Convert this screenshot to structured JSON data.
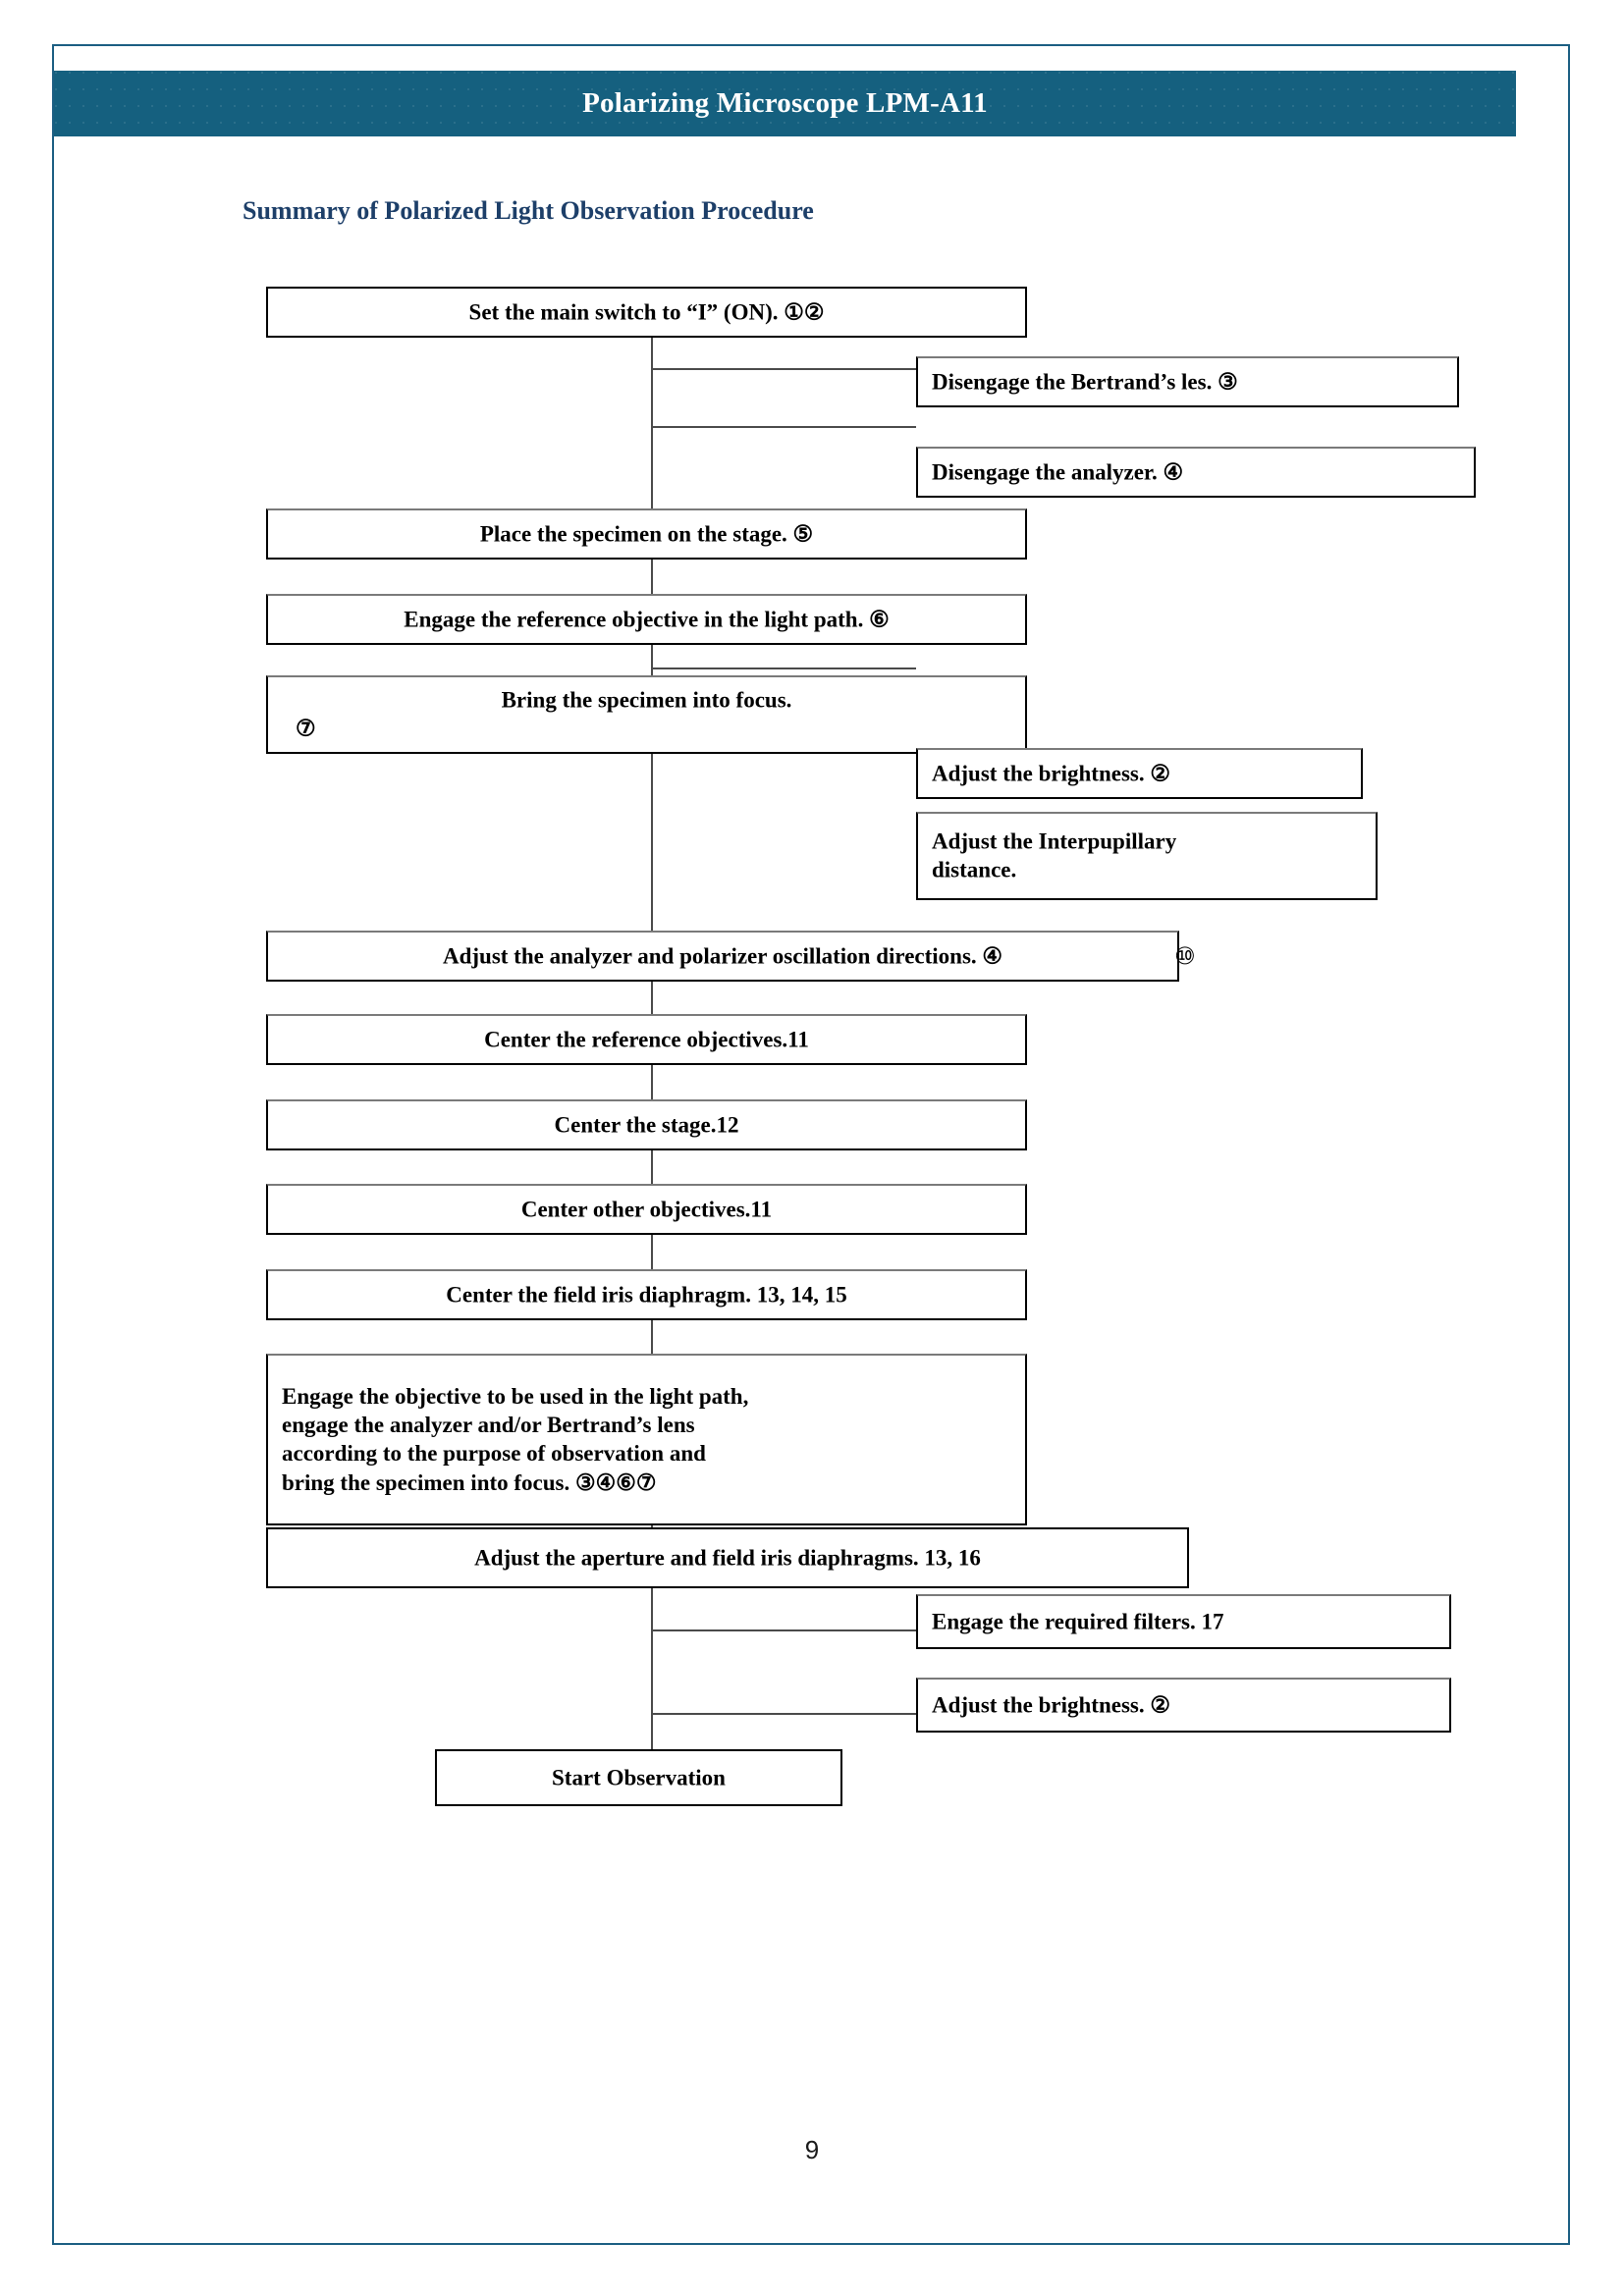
{
  "header": {
    "title": "Polarizing Microscope LPM-A11",
    "band_color": "#15607f"
  },
  "section": {
    "heading": "Summary of Polarized Light Observation Procedure",
    "heading_color": "#1d3f69"
  },
  "page_frame": {
    "border_color": "#1b5e82"
  },
  "footer": {
    "page_number": "9"
  },
  "flowchart": {
    "type": "flowchart",
    "orientation": "top-to-bottom with right side-branches",
    "main_steps": [
      {
        "id": "step-main-switch",
        "text": "Set the main switch to “I” (ON). ①②"
      },
      {
        "id": "step-place-specimen",
        "text": "Place the specimen on the stage. ⑤"
      },
      {
        "id": "step-engage-reference",
        "text": "Engage the reference objective in the light path. ⑥"
      },
      {
        "id": "step-bring-focus",
        "text": "Bring the specimen into focus.",
        "text_line2": "⑦"
      },
      {
        "id": "step-adjust-directions",
        "text": "Adjust the analyzer and polarizer oscillation directions. ④",
        "badge": "⑩"
      },
      {
        "id": "step-center-reference",
        "text": "Center the reference objectives.11"
      },
      {
        "id": "step-center-stage",
        "text": "Center the stage.12"
      },
      {
        "id": "step-center-other",
        "text": "Center other objectives.11"
      },
      {
        "id": "step-center-field-iris",
        "text": "Center the field iris diaphragm. 13, 14, 15"
      },
      {
        "id": "step-engage-objective",
        "lines": [
          "Engage the objective to be used in the light path,",
          "engage the analyzer and/or Bertrand’s lens",
          "according to the purpose of observation and",
          "bring the specimen into focus. ③④⑥⑦"
        ]
      },
      {
        "id": "step-adjust-diaphragms",
        "text": "Adjust the aperture and field iris diaphragms. 13, 16"
      },
      {
        "id": "step-start-observation",
        "text": "Start Observation"
      }
    ],
    "branches": [
      {
        "id": "branch-disengage-bertrand",
        "text": "Disengage the Bertrand’s les. ③"
      },
      {
        "id": "branch-disengage-analyzer",
        "text": "Disengage the analyzer. ④"
      },
      {
        "id": "branch-adjust-brightness-1",
        "text": "Adjust the brightness. ②"
      },
      {
        "id": "branch-adjust-interpupillary",
        "line1": "Adjust the Interpupillary",
        "line2": "distance."
      },
      {
        "id": "branch-engage-filters",
        "text": "Engage the required filters. 17"
      },
      {
        "id": "branch-adjust-brightness-2",
        "text": "Adjust the brightness. ②"
      }
    ]
  }
}
